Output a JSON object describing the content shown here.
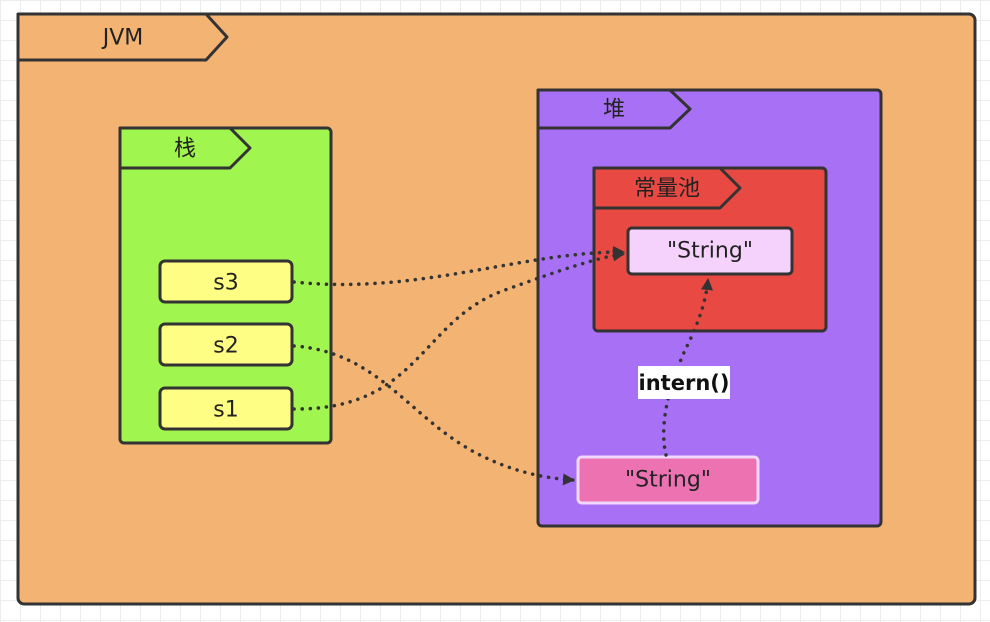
{
  "jvm": {
    "title": "JVM"
  },
  "stack": {
    "title": "栈",
    "vars": [
      {
        "id": "s3",
        "label": "s3"
      },
      {
        "id": "s2",
        "label": "s2"
      },
      {
        "id": "s1",
        "label": "s1"
      }
    ]
  },
  "heap": {
    "title": "堆",
    "pool": {
      "title": "常量池",
      "string_label": "\"String\""
    },
    "object": {
      "string_label": "\"String\""
    }
  },
  "intern_label": "intern()",
  "edges": [
    {
      "from": "s3",
      "to": "pool-string"
    },
    {
      "from": "s1",
      "to": "pool-string"
    },
    {
      "from": "s2",
      "to": "heap-string"
    },
    {
      "from": "heap-string",
      "to": "pool-string",
      "label": "intern()"
    }
  ],
  "colors": {
    "jvm_fill": "#f3b373",
    "stack_fill": "#a1f54f",
    "var_fill": "#fefe84",
    "heap_fill": "#a770f5",
    "pool_fill": "#e84942",
    "pool_string_fill": "#f5d2fb",
    "heap_string_fill": "#ec72b2",
    "stroke": "#333333"
  }
}
